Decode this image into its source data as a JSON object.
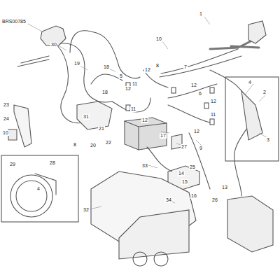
{
  "diagram": {
    "labels": [
      "BRS00785",
      "30",
      "19",
      "18",
      "10",
      "1",
      "8",
      "7",
      "12",
      "12",
      "11",
      "5",
      "6",
      "12",
      "11",
      "12",
      "4",
      "2",
      "3",
      "17",
      "27",
      "12",
      "9",
      "22",
      "21",
      "20",
      "31",
      "18",
      "23",
      "24",
      "10",
      "8",
      "29",
      "28",
      "4",
      "33",
      "25",
      "14",
      "15",
      "16",
      "13",
      "26",
      "32",
      "34",
      "12",
      "11"
    ]
  }
}
